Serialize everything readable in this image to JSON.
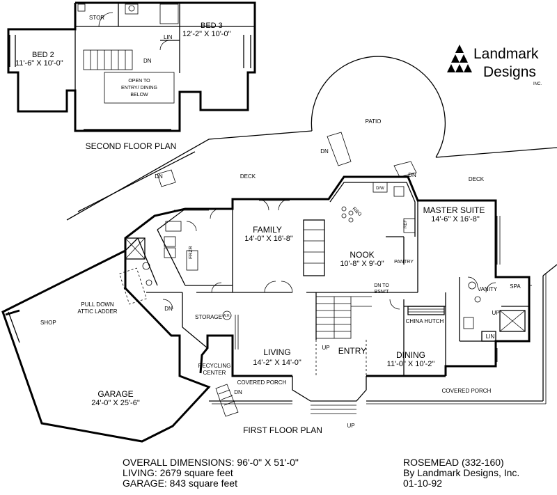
{
  "logo": {
    "line1": "Landmark",
    "line2": "Designs",
    "line3": "INC."
  },
  "second_floor": {
    "title": "SECOND FLOOR PLAN",
    "rooms": {
      "stor": "STOR",
      "bed3_name": "BED 3",
      "bed3_size": "12'-2\" X 10'-0\"",
      "bed2_name": "BED 2",
      "bed2_size": "11'-6\" X 10'-0\"",
      "lin": "LIN",
      "dn": "DN",
      "open1": "OPEN TO",
      "open2": "ENTRY/ DINING",
      "open3": "BELOW"
    }
  },
  "first_floor": {
    "title": "FIRST FLOOR PLAN",
    "patio": "PATIO",
    "deck": "DECK",
    "dn": "DN",
    "up": "UP",
    "family_name": "FAMILY",
    "family_size": "14'-0\" X 16'-8\"",
    "nook_name": "NOOK",
    "nook_size": "10'-8\" X 9'-0\"",
    "master_name": "MASTER SUITE",
    "master_size": "14'-6\" X 16'-8\"",
    "living_name": "LIVING",
    "living_size": "14'-2\" X 14'-0\"",
    "entry": "ENTRY",
    "dining_name": "DINING",
    "dining_size": "11'-0\" X 10'-2\"",
    "garage_name": "GARAGE",
    "garage_size": "24'-0\" X 25'-6\"",
    "shop": "SHOP",
    "attic1": "PULL DOWN",
    "attic2": "ATTIC LADDER",
    "storage": "STORAGE",
    "wh": "W.H.",
    "recycling1": "RECYCLING",
    "recycling2": "CENTER",
    "covered_porch": "COVERED PORCH",
    "china_hutch": "CHINA HUTCH",
    "dn_bsmt1": "DN TO",
    "dn_bsmt2": "BSM'T",
    "vanity": "VANITY",
    "spa": "SPA",
    "lin": "LIN",
    "pantry": "PANTRY",
    "ref": "REF",
    "dw": "D/W",
    "ro": "R&O",
    "frzr": "FRZR"
  },
  "summary": {
    "overall": "OVERALL DIMENSIONS: 96'-0\" X 51'-0\"",
    "living": "LIVING: 2679 square feet",
    "garage": "GARAGE: 843 square feet"
  },
  "credit": {
    "plan": "ROSEMEAD (332-160)",
    "by": "By Landmark Designs, Inc.",
    "date": "01-10-92"
  }
}
